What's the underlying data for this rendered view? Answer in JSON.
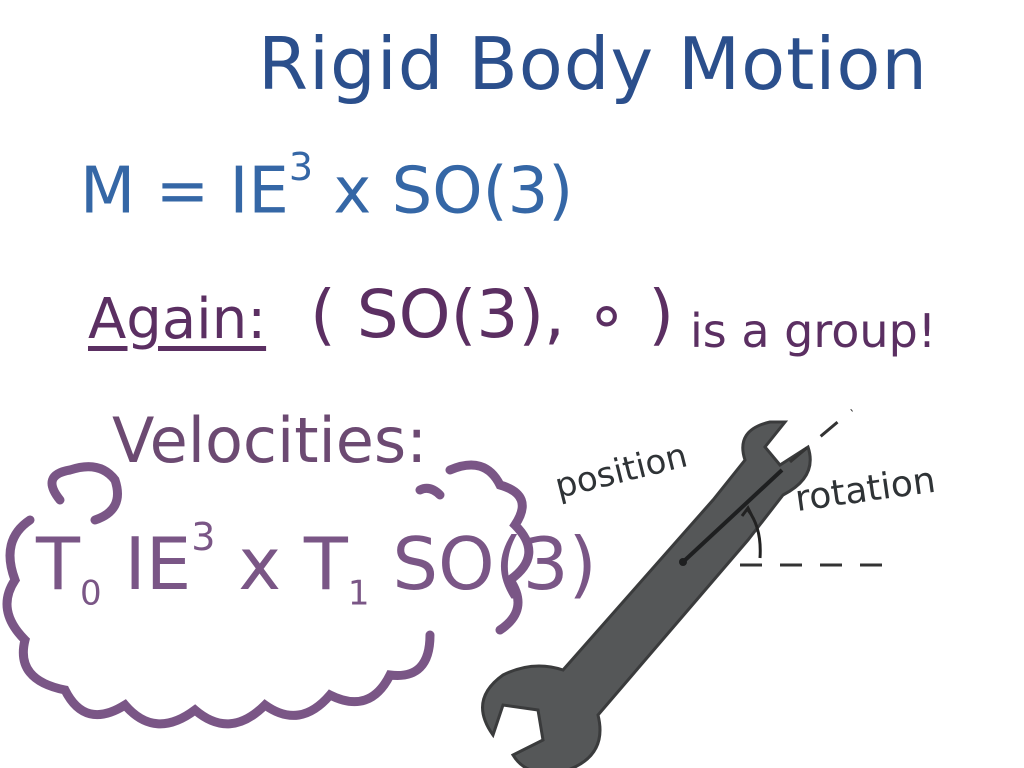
{
  "title": "Rigid Body Motion",
  "equation": {
    "lhs": "M = IE",
    "exp": "3",
    "rhs": " x SO(3)"
  },
  "again": {
    "label": "Again:",
    "group": "( SO(3), ∘ )",
    "statement": "is a group!"
  },
  "velocities": {
    "label": "Velocities:",
    "t0": "T",
    "sub0": "0",
    "space1": " IE",
    "exp": "3",
    "times": " x T",
    "sub1": "1",
    "space2": " SO(3)"
  },
  "wrench": {
    "position_label": "position",
    "rotation_label": "rotation"
  },
  "colors": {
    "title": "#2b4f8c",
    "equation": "#3567a6",
    "purple": "#5b2f62",
    "cloud": "#7a5686",
    "wrench": "#555758"
  }
}
